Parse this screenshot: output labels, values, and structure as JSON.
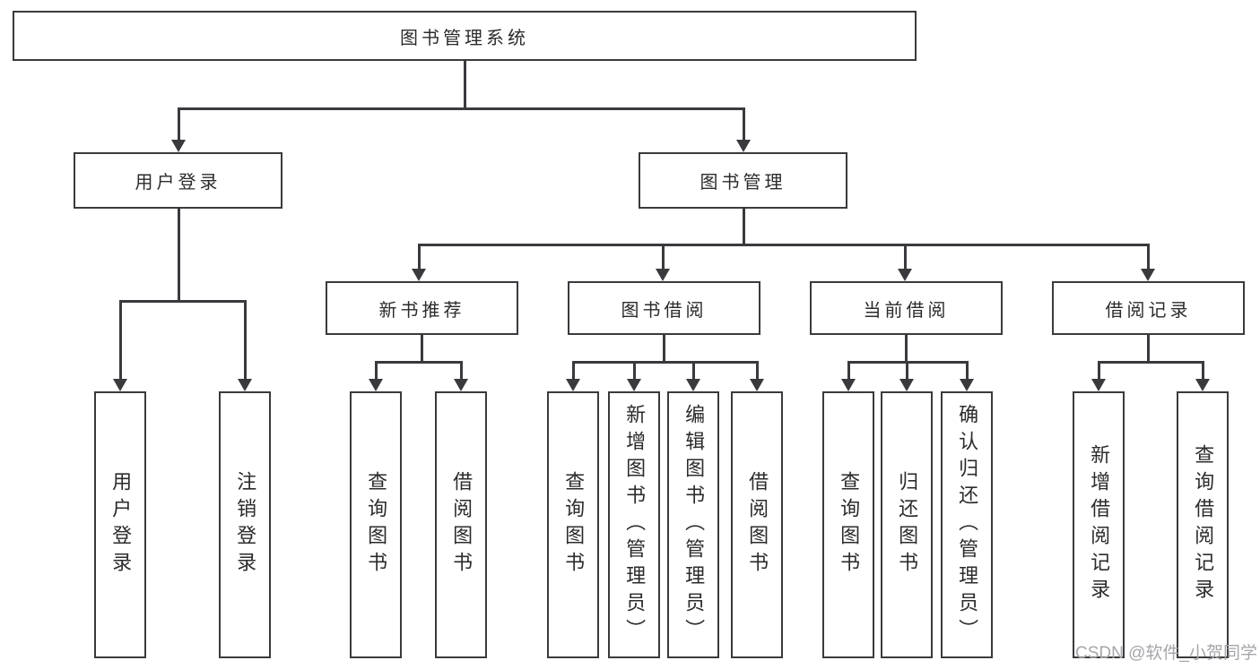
{
  "diagram_title": "图书管理系统",
  "root": {
    "label": "图书管理系统"
  },
  "level2": [
    {
      "label": "用户登录",
      "children": [
        "用户登录",
        "注销登录"
      ]
    },
    {
      "label": "图书管理"
    }
  ],
  "level3": [
    {
      "label": "新书推荐",
      "children": [
        "查询图书",
        "借阅图书"
      ]
    },
    {
      "label": "图书借阅",
      "children": [
        "查询图书",
        "新增图书（管理员）",
        "编辑图书（管理员）",
        "借阅图书"
      ]
    },
    {
      "label": "当前借阅",
      "children": [
        "查询图书",
        "归还图书",
        "确认归还（管理员）"
      ]
    },
    {
      "label": "借阅记录",
      "children": [
        "新增借阅记录",
        "查询借阅记录"
      ]
    }
  ],
  "watermark": "CSDN @软件_小贺同学",
  "colors": {
    "line": "#3a3a3e",
    "text": "#2b2b2e",
    "background": "#ffffff",
    "watermark": "#a6a6ab"
  }
}
